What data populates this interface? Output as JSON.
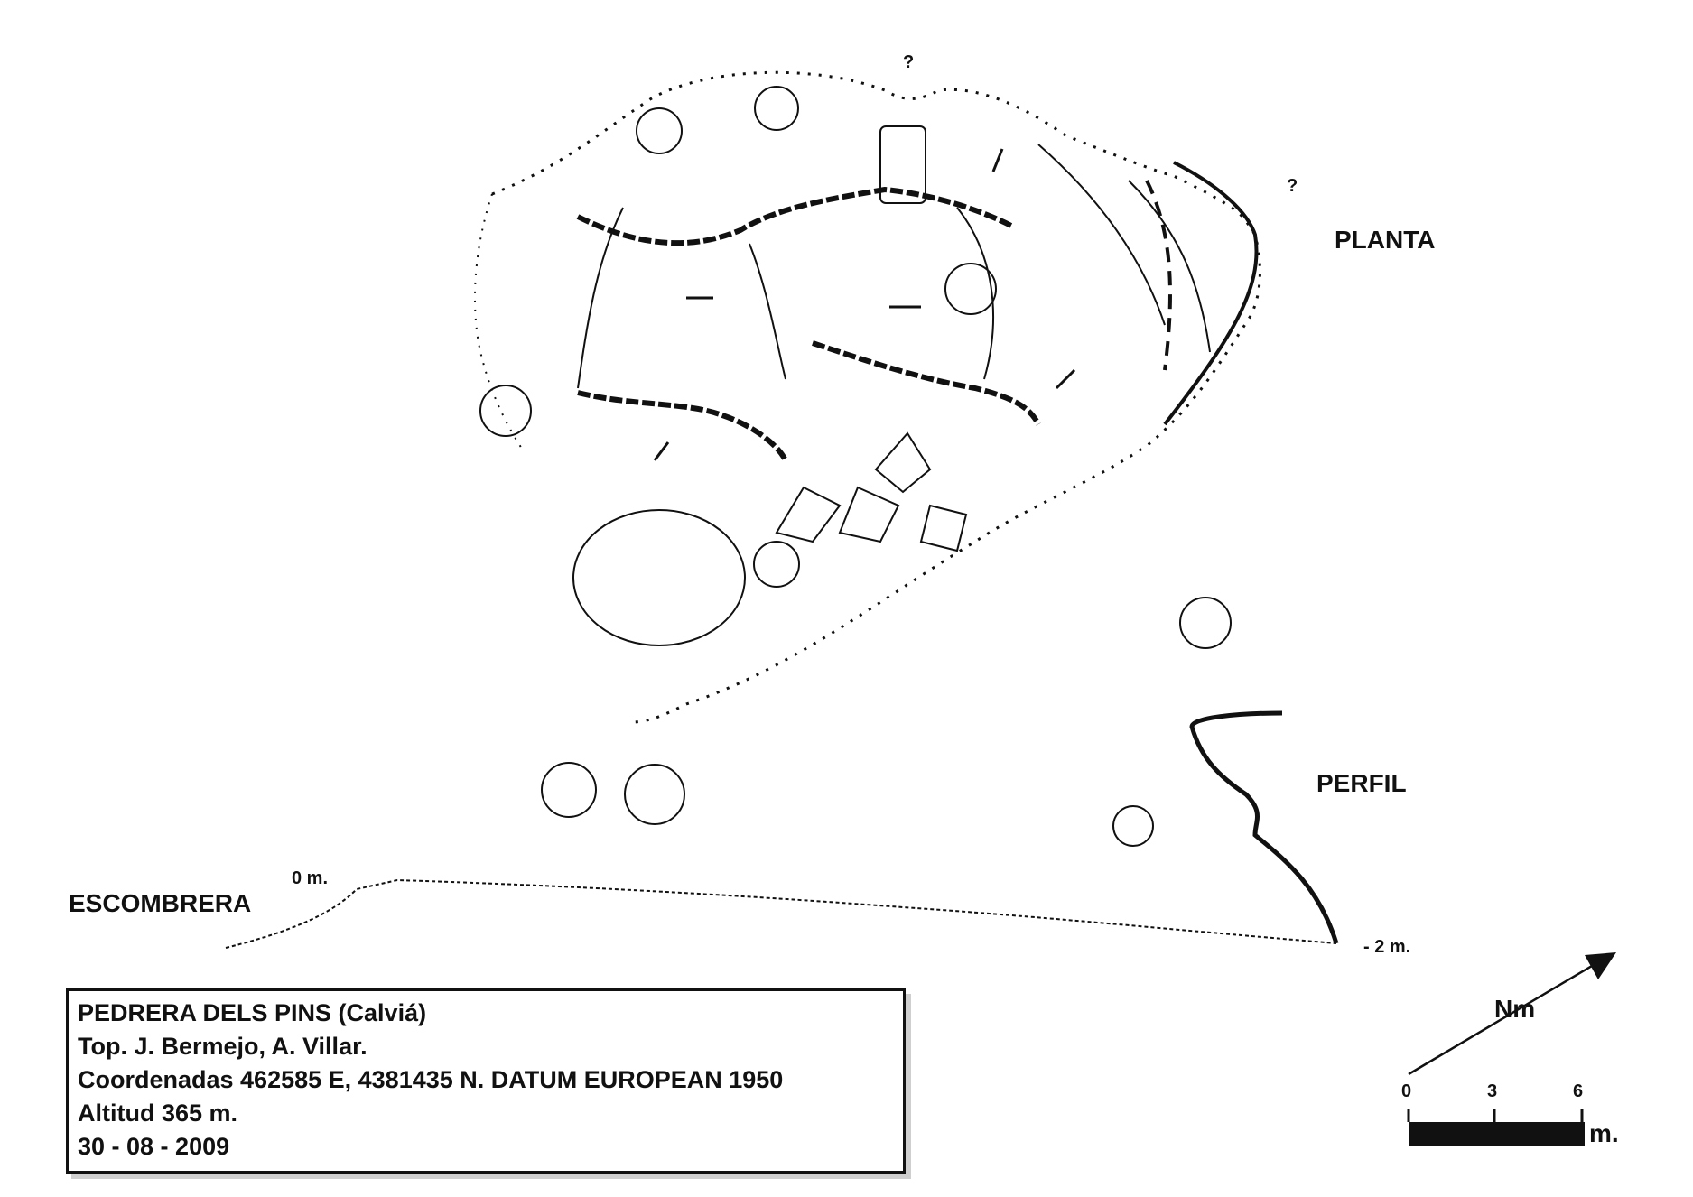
{
  "labels": {
    "planta": "PLANTA",
    "perfil": "PERFIL",
    "escombrera": "ESCOMBRERA",
    "zero": "0 m.",
    "minus_two": "- 2 m.",
    "question": "?"
  },
  "info": {
    "title": "PEDRERA DELS PINS (Calviá)",
    "authors": "Top. J. Bermejo, A. Villar.",
    "coordinates": "Coordenadas 462585 E, 4381435 N. DATUM EUROPEAN 1950",
    "altitude": "Altitud 365 m.",
    "date": "30 - 08 - 2009"
  },
  "north": {
    "label": "Nm"
  },
  "scale": {
    "ticks": [
      "0",
      "3",
      "6"
    ],
    "unit": "m."
  },
  "colors": {
    "ink": "#111111",
    "background": "#ffffff"
  }
}
